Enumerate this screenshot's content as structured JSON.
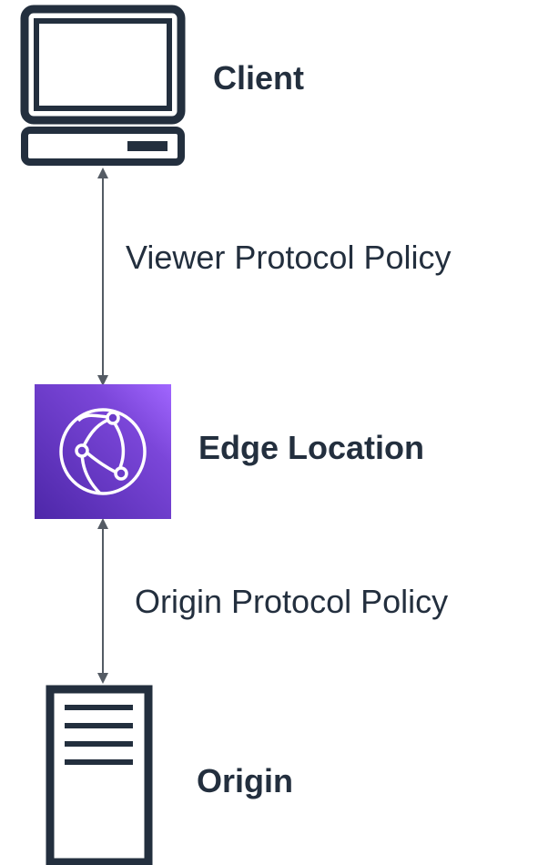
{
  "nodes": {
    "client": {
      "label": "Client",
      "icon": "laptop-icon"
    },
    "edge": {
      "label": "Edge Location",
      "icon": "cloudfront-edge-icon"
    },
    "origin": {
      "label": "Origin",
      "icon": "server-icon"
    }
  },
  "edges": {
    "client_edge": {
      "label": "Viewer Protocol Policy"
    },
    "edge_origin": {
      "label": "Origin Protocol Policy"
    }
  },
  "colors": {
    "ink": "#232f3e",
    "edge_icon_from": "#4d27a8",
    "edge_icon_to": "#a166ff",
    "arrow": "#545b64"
  }
}
